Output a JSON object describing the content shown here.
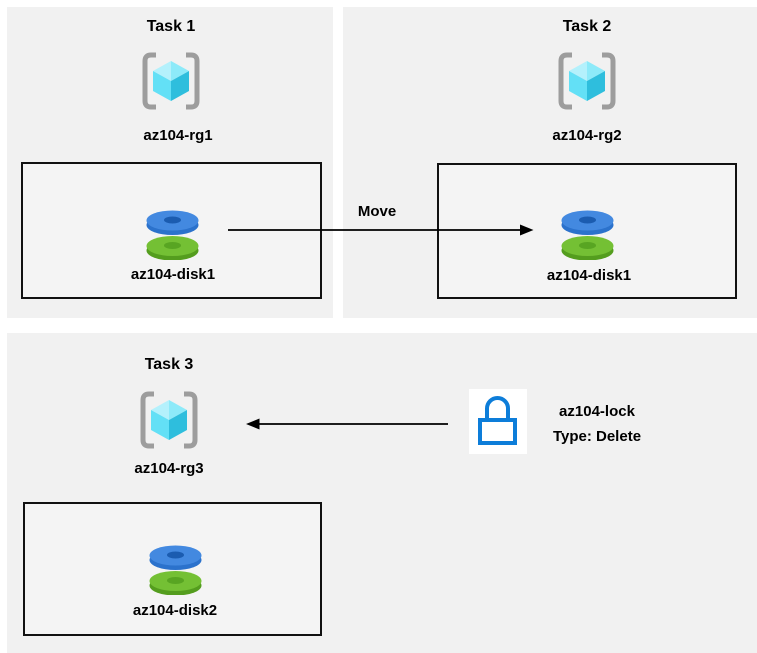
{
  "tasks": [
    {
      "title": "Task 1",
      "resource_group": "az104-rg1",
      "disk": "az104-disk1"
    },
    {
      "title": "Task 2",
      "resource_group": "az104-rg2",
      "disk": "az104-disk1"
    },
    {
      "title": "Task 3",
      "resource_group": "az104-rg3",
      "disk": "az104-disk2"
    }
  ],
  "move_arrow": {
    "label": "Move"
  },
  "lock": {
    "name": "az104-lock",
    "type_line": "Type: Delete"
  },
  "icons": {
    "resource_group": "resource-group-icon",
    "disk": "managed-disk-icon",
    "lock": "lock-icon",
    "move_arrow": "arrow-right-icon",
    "lock_arrow": "arrow-left-icon"
  },
  "colors": {
    "panel_background": "#f1f1f1",
    "box_border": "#111111",
    "bracket_gray": "#9d9d9d",
    "cube_light": "#b4f1fc",
    "cube_mid_light": "#8deaf9",
    "cube_mid": "#63e0f6",
    "cube_dark": "#2ebedd",
    "disk_blue_top": "#4389e0",
    "disk_blue_side": "#2b72cc",
    "disk_blue_hole": "#1b5cb0",
    "disk_green_top": "#74c034",
    "disk_green_side": "#549d1e",
    "disk_green_hole": "#58a522",
    "lock_blue": "#0d7dd9",
    "arrow_black": "#000000"
  }
}
